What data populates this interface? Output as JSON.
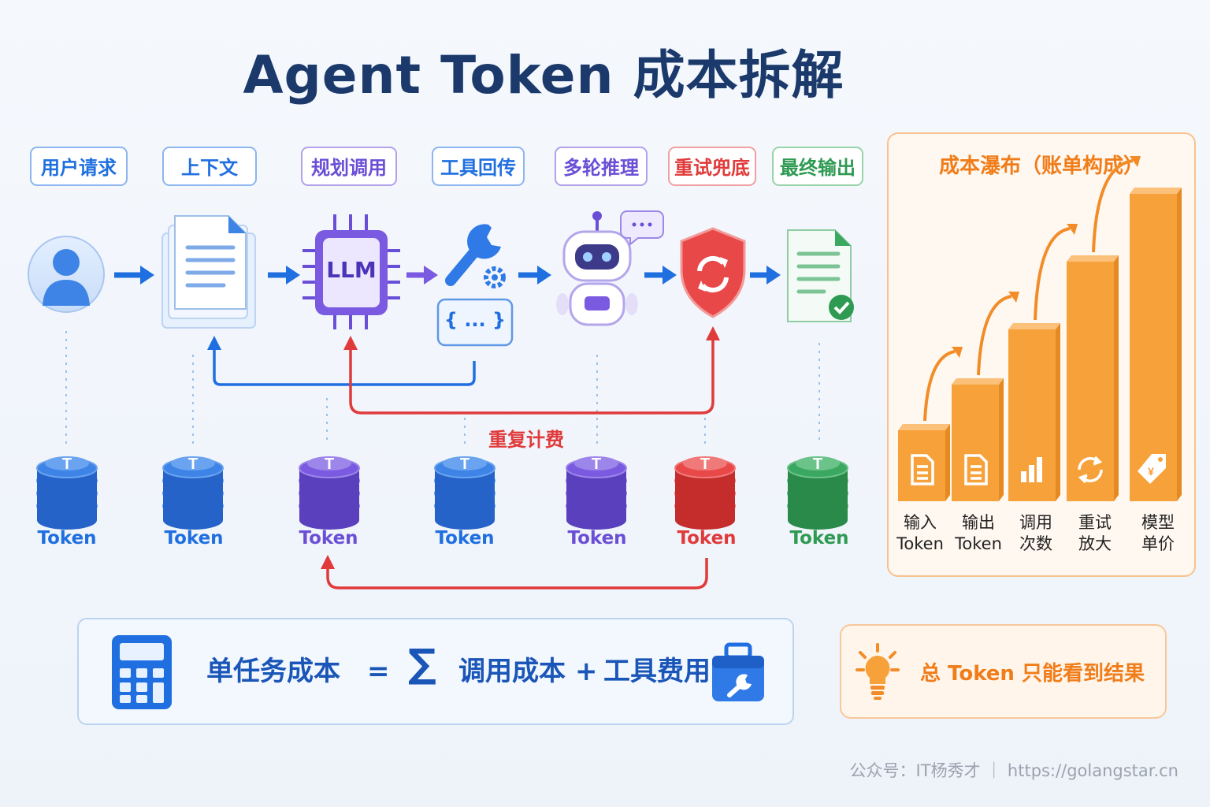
{
  "title": "Agent Token 成本拆解",
  "stages": [
    {
      "label": "用户请求",
      "token": "Token",
      "color": "#1f6fe0"
    },
    {
      "label": "上下文",
      "token": "Token",
      "color": "#1f6fe0"
    },
    {
      "label": "规划调用",
      "token": "Token",
      "color": "#6a4fd6"
    },
    {
      "label": "工具回传",
      "token": "Token",
      "color": "#1f6fe0"
    },
    {
      "label": "多轮推理",
      "token": "Token",
      "color": "#6a4fd6"
    },
    {
      "label": "重试兜底",
      "token": "Token",
      "color": "#e03a3a"
    },
    {
      "label": "最终输出",
      "token": "Token",
      "color": "#2e9a52"
    }
  ],
  "llm_chip_label": "LLM",
  "code_box_label": "{ ... }",
  "repeat_billing_label": "重复计费",
  "waterfall": {
    "title": "成本瀑布（账单构成）",
    "bars": [
      {
        "label_line1": "输入",
        "label_line2": "Token",
        "icon": "document-icon"
      },
      {
        "label_line1": "输出",
        "label_line2": "Token",
        "icon": "document-icon"
      },
      {
        "label_line1": "调用",
        "label_line2": "次数",
        "icon": "bar-chart-icon"
      },
      {
        "label_line1": "重试",
        "label_line2": "放大",
        "icon": "refresh-icon"
      },
      {
        "label_line1": "模型",
        "label_line2": "单价",
        "icon": "price-tag-icon"
      }
    ],
    "color": "#f7a13a"
  },
  "formula": {
    "lhs": "单任务成本",
    "equals": "=",
    "sigma": "∑",
    "term1": "调用成本",
    "plus": "+",
    "term2": "工具费用"
  },
  "tip": "总 Token 只能看到结果",
  "footer": "公众号：IT杨秀才 ｜ https://golangstar.cn"
}
